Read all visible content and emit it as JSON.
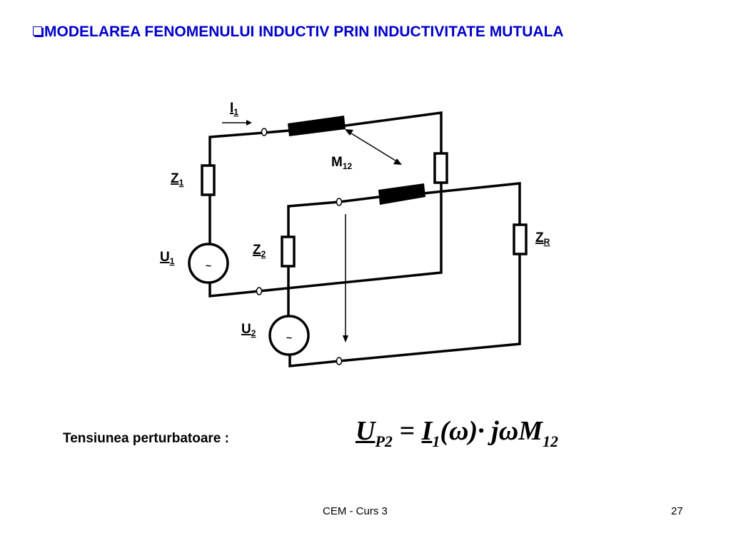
{
  "slide": {
    "title": "MODELAREA FENOMENULUI INDUCTIV PRIN INDUCTIVITATE MUTUALA",
    "caption": "Tensiunea perturbatoare :",
    "footer_center": "CEM - Curs 3",
    "footer_right": "27"
  },
  "diagram": {
    "I1": {
      "main": "I",
      "sub": "1"
    },
    "M12": {
      "main": "M",
      "sub": "12"
    },
    "Z1": {
      "main": "Z",
      "sub": "1"
    },
    "Z2": {
      "main": "Z",
      "sub": "2"
    },
    "ZR": {
      "main": "Z",
      "sub": "R"
    },
    "U1": {
      "main": "U",
      "sub": "1"
    },
    "U2": {
      "main": "U",
      "sub": "2"
    },
    "source_symbol": "~"
  },
  "formula": {
    "lhs": "U",
    "lhs_sub": "P2",
    "eq": " = ",
    "i": "I",
    "i_sub": "1",
    "omega": "(ω)",
    "dot": "· ",
    "j_omega": "jω",
    "m": "M",
    "m_sub": "12"
  },
  "colors": {
    "title": "#0000cc",
    "ink": "#000000"
  }
}
